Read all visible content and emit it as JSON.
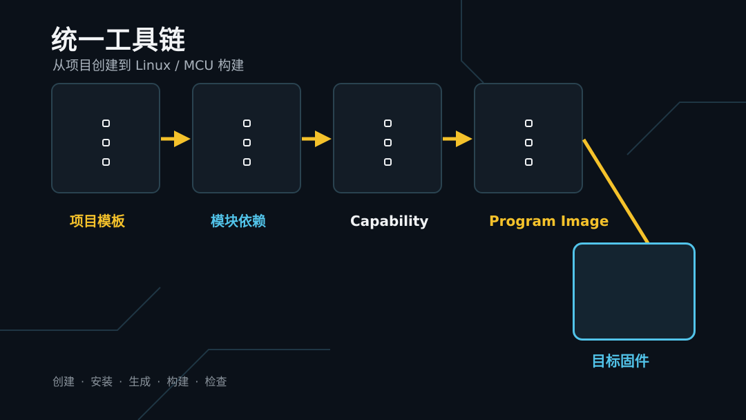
{
  "title": "统一工具链",
  "subtitle": "从项目创建到 Linux / MCU 构建",
  "colors": {
    "background": "#0b1119",
    "node_fill": "#131c26",
    "node_border": "#2a4350",
    "arrow": "#f5c22b",
    "yellow_text": "#f5c22b",
    "blue_text": "#52c4ea",
    "white_text": "#f1f3f5"
  },
  "nodes": [
    {
      "label": "项目模板",
      "color": "#f5c22b",
      "icon": "more-vertical-icon"
    },
    {
      "label": "模块依赖",
      "color": "#52c4ea",
      "icon": "more-vertical-icon"
    },
    {
      "label": "Capability",
      "color": "#f1f3f5",
      "icon": "more-vertical-icon"
    },
    {
      "label": "Program Image",
      "color": "#f5c22b",
      "icon": "more-vertical-icon"
    }
  ],
  "target": {
    "label": "目标固件"
  },
  "steps": [
    "创建",
    "安装",
    "生成",
    "构建",
    "检查"
  ],
  "step_separator": "·"
}
